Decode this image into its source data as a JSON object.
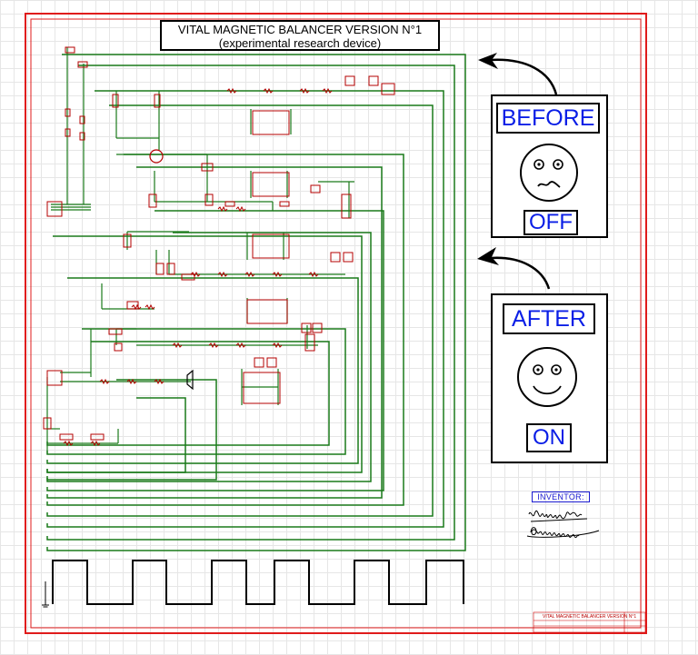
{
  "title": {
    "line1": "VITAL MAGNETIC BALANCER VERSION N°1",
    "line2": "(experimental research device)"
  },
  "before_panel": {
    "heading": "BEFORE",
    "state": "OFF",
    "face_icon": "sad-face-icon"
  },
  "after_panel": {
    "heading": "AFTER",
    "state": "ON",
    "face_icon": "happy-face-icon"
  },
  "inventor": {
    "label": "INVENTOR:"
  },
  "title_block": {
    "name": "VITAL MAGNETIC BALANCER VERSION N°1"
  },
  "colors": {
    "frame_red": "#e01b1b",
    "wire_green": "#1a7a1a",
    "component_red": "#b40000",
    "label_blue": "#0a1ee6"
  }
}
